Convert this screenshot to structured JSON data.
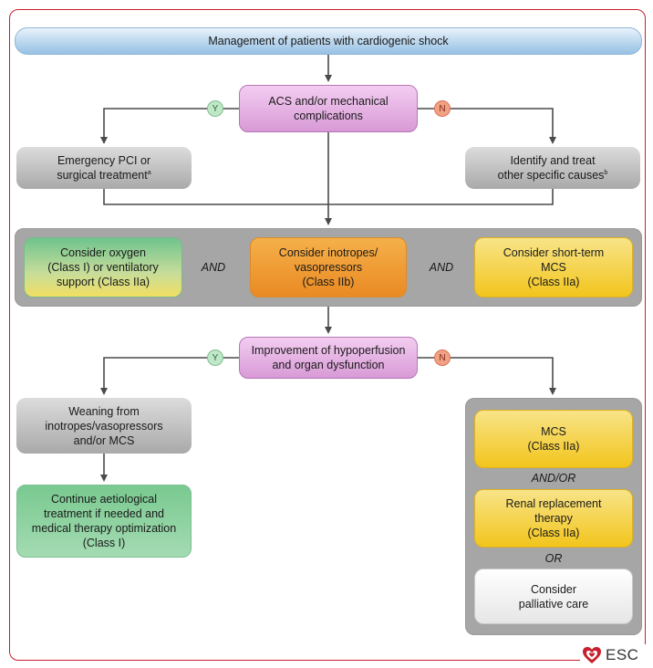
{
  "title": "Management of patients with cardiogenic shock",
  "q1": {
    "line1": "ACS and/or mechanical",
    "line2": "complications",
    "yes": "Y",
    "no": "N"
  },
  "pci": {
    "line1": "Emergency PCI or",
    "line2": "surgical treatment",
    "sup": "a"
  },
  "other": {
    "line1": "Identify and treat",
    "line2": "other specific causes",
    "sup": "b"
  },
  "oxygen": {
    "line1": "Consider oxygen",
    "line2": "(Class I) or ventilatory",
    "line3": "support (Class IIa)"
  },
  "inotropes": {
    "line1": "Consider inotropes/",
    "line2": "vasopressors",
    "line3": "(Class IIb)"
  },
  "mcs_short": {
    "line1": "Consider short-term",
    "line2": "MCS",
    "line3": "(Class IIa)"
  },
  "and1": "AND",
  "and2": "AND",
  "q2": {
    "line1": "Improvement of hypoperfusion",
    "line2": "and organ dysfunction",
    "yes": "Y",
    "no": "N"
  },
  "weaning": {
    "line1": "Weaning from",
    "line2": "inotropes/vasopressors",
    "line3": "and/or MCS"
  },
  "continue": {
    "line1": "Continue aetiological",
    "line2": "treatment if needed and",
    "line3": "medical therapy optimization",
    "line4": "(Class I)"
  },
  "mcs": {
    "line1": "MCS",
    "line2": "(Class IIa)"
  },
  "andor": "AND/OR",
  "renal": {
    "line1": "Renal replacement",
    "line2": "therapy",
    "line3": "(Class IIa)"
  },
  "or": "OR",
  "palliative": {
    "line1": "Consider",
    "line2": "palliative care"
  },
  "logo": "ESC",
  "colors": {
    "frame": "#c8202e",
    "arrow": "#4a4a4a",
    "heart": "#c8202e"
  }
}
